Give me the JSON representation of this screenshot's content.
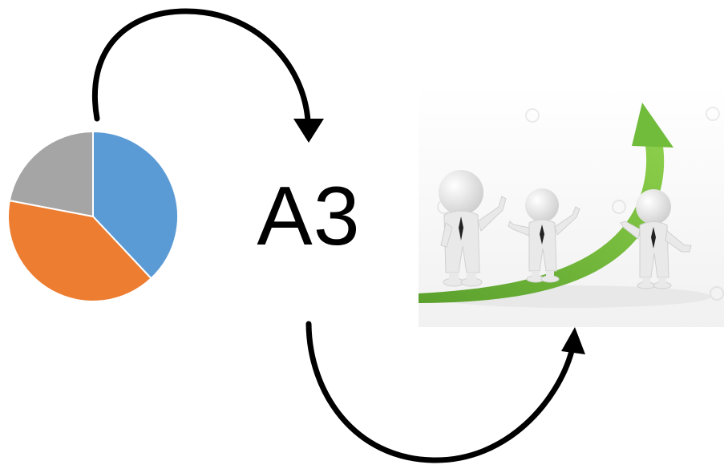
{
  "diagram": {
    "center_label": "A3"
  },
  "pie": {
    "slices": [
      {
        "name": "blue-slice",
        "fraction": 0.38,
        "color": "#5B9BD5"
      },
      {
        "name": "orange-slice",
        "fraction": 0.4,
        "color": "#ED7D31"
      },
      {
        "name": "gray-slice",
        "fraction": 0.22,
        "color": "#A5A5A5"
      }
    ]
  },
  "colors": {
    "arrow": "#000000",
    "growth_arrow": "#6DB33F",
    "figure": "#E9E9E9"
  },
  "icons": {
    "top_arrow": "curved-arrow-down-icon",
    "bottom_arrow": "curved-arrow-up-icon",
    "growth_arrow": "growth-arrow-icon"
  }
}
